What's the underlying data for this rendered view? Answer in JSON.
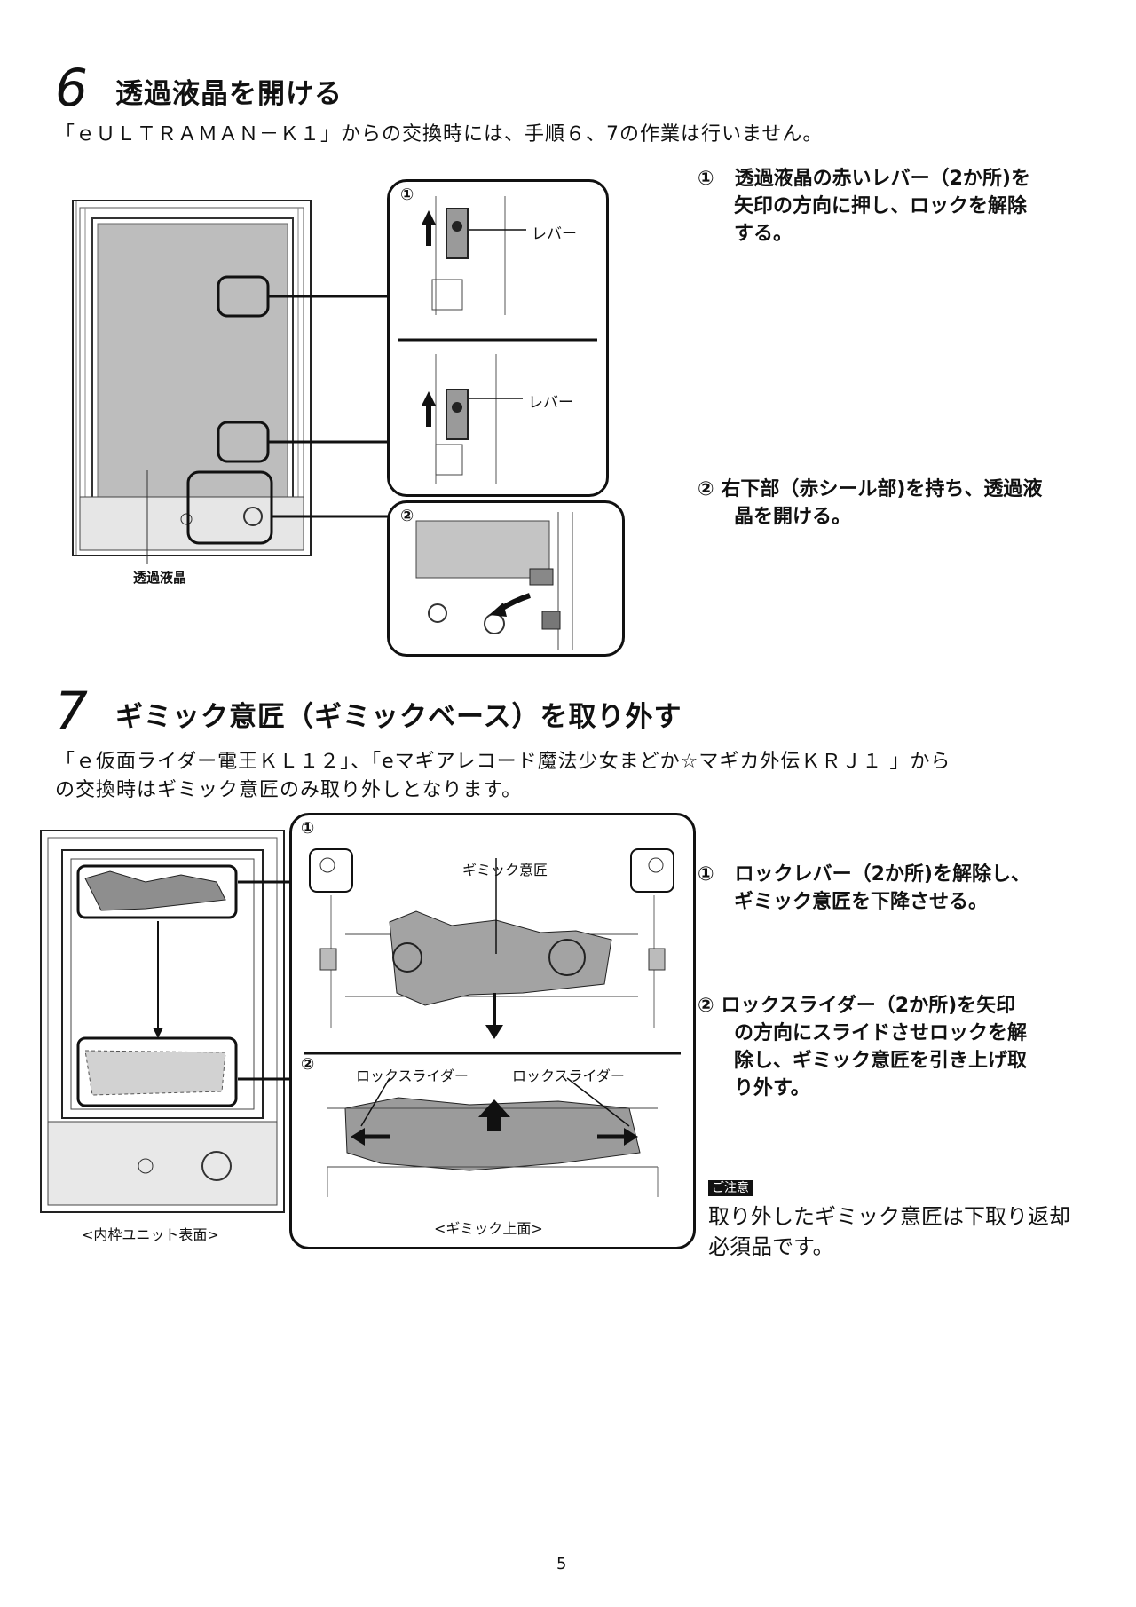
{
  "section6": {
    "number": "6",
    "title": "透過液晶を開ける",
    "note": "「ｅＵＬＴＲＡＭＡＮ－Ｋ１」からの交換時には、手順６、7の作業は行いません。",
    "callout1_num": "①",
    "callout2_num": "②",
    "lever_label": "レバー",
    "lcd_label": "透過液晶",
    "steps": [
      {
        "num": "①",
        "line1": "透過液晶の赤いレバー（2か所)を",
        "line2": "矢印の方向に押し、ロックを解除",
        "line3": "する。"
      },
      {
        "num": "②",
        "line1": "右下部（赤シール部)を持ち、透過液",
        "line2": "晶を開ける。"
      }
    ]
  },
  "section7": {
    "number": "7",
    "title": "ギミック意匠（ギミックベース）を取り外す",
    "note_line1": "「ｅ仮面ライダー電王ＫＬ１２」、「eマギアレコード魔法少女まどか☆マギカ外伝ＫＲＪ１ 」から",
    "note_line2": "の交換時はギミック意匠のみ取り外しとなります。",
    "callout1_num": "①",
    "callout2_num": "②",
    "gimmick_label": "ギミック意匠",
    "slider_label_left": "ロックスライダー",
    "slider_label_right": "ロックスライダー",
    "inner_frame_caption": "<内枠ユニット表面>",
    "gimmick_top_caption": "<ギミック上面>",
    "steps": [
      {
        "num": "①",
        "line1": "ロックレバー（2か所)を解除し、",
        "line2": "ギミック意匠を下降させる。"
      },
      {
        "num": "②",
        "line1": "ロックスライダー（2か所)を矢印",
        "line2": "の方向にスライドさせロックを解",
        "line3": "除し、ギミック意匠を引き上げ取",
        "line4": "り外す。"
      }
    ],
    "caution_badge": "ご注意",
    "caution_line1": "取り外したギミック意匠は下取り返却",
    "caution_line2": "必須品です。"
  },
  "page_number": "5"
}
